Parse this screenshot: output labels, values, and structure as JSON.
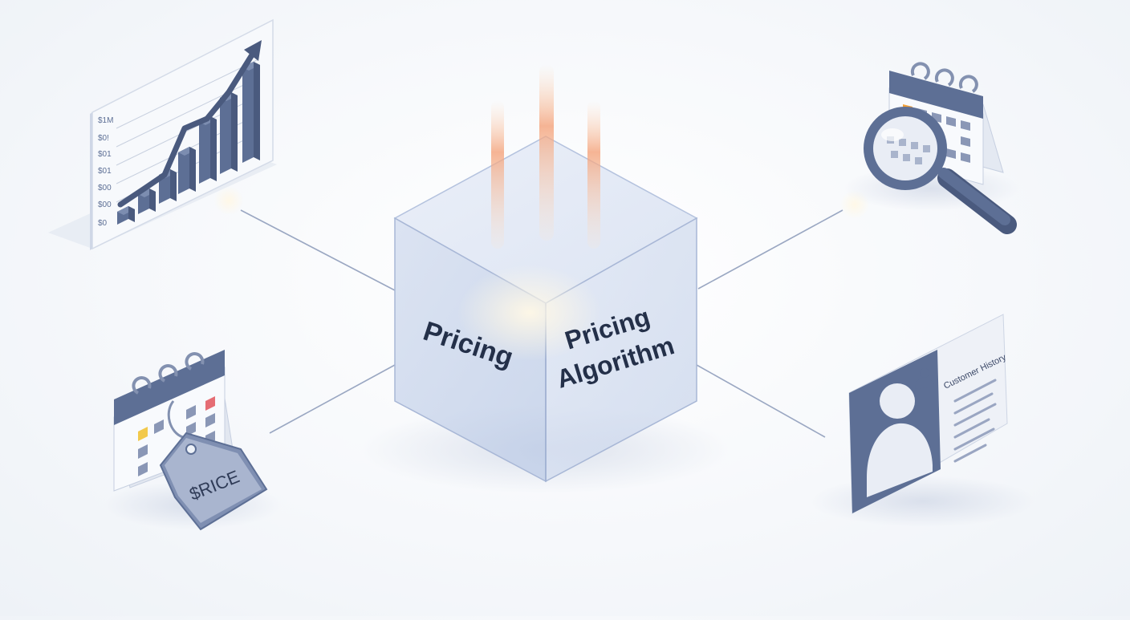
{
  "cube": {
    "left_face_label": "Pricing",
    "right_face_label_line1": "Pricing",
    "right_face_label_line2": "Algorithm"
  },
  "chart_card": {
    "y_ticks": [
      "$1M",
      "$0!",
      "$01",
      "$01",
      "$00",
      "$00",
      "$0"
    ]
  },
  "price_tag": {
    "label": "$RICE"
  },
  "customer_card": {
    "title": "Customer History"
  },
  "colors": {
    "slate": "#5d6f95",
    "slate_dark": "#4a5a7e",
    "cube_glass": "#c9d5ec",
    "beam": "#f4a27a",
    "accent_orange": "#f2a13a",
    "accent_red": "#e56d74",
    "accent_yellow": "#f2c94c"
  }
}
